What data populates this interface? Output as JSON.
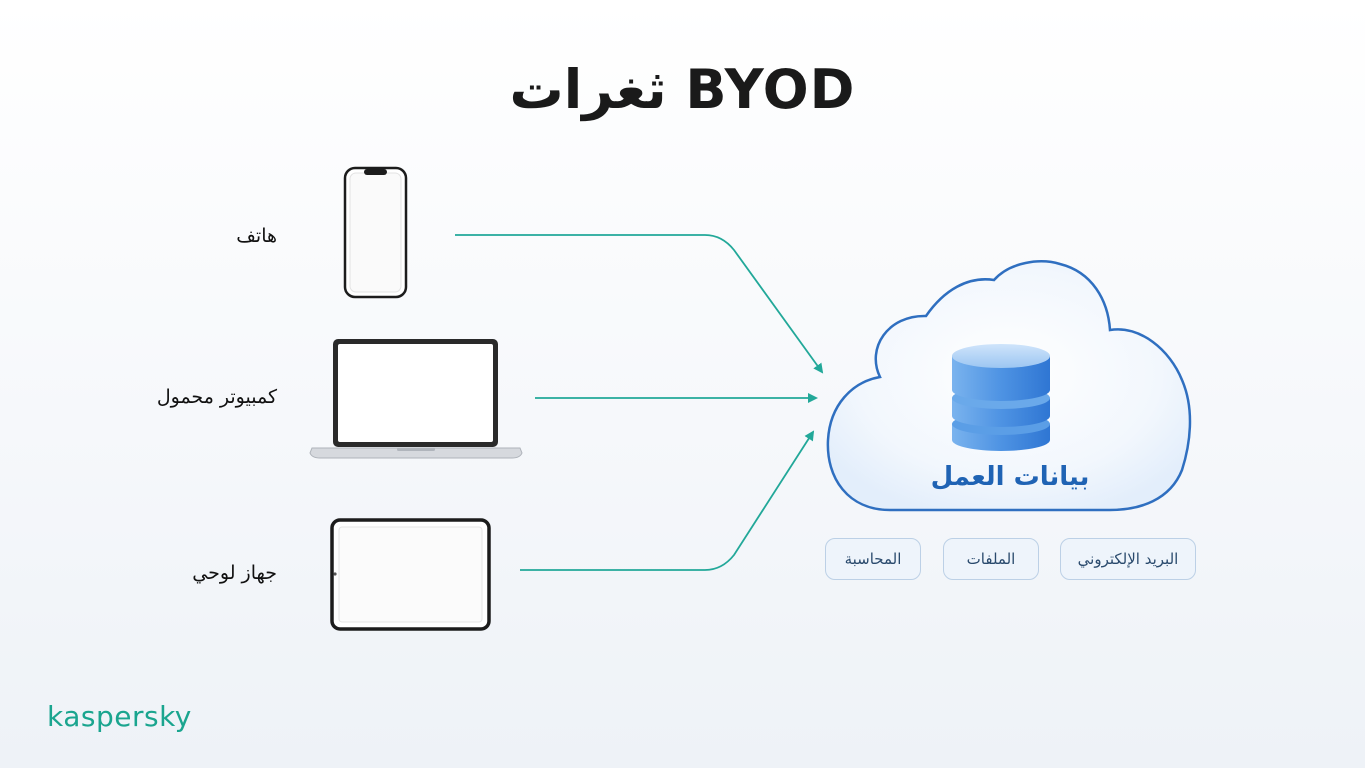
{
  "title": "ثغرات BYOD",
  "devices": [
    {
      "label": "هاتف",
      "icon": "smartphone-icon"
    },
    {
      "label": "كمبيوتر محمول",
      "icon": "laptop-icon"
    },
    {
      "label": "جهاز لوحي",
      "icon": "tablet-icon"
    }
  ],
  "cloud": {
    "label": "بيانات العمل",
    "icon": "database-icon"
  },
  "tags": [
    "البريد الإلكتروني",
    "الملفات",
    "المحاسبة"
  ],
  "brand": "kaspersky",
  "colors": {
    "arrow": "#22a899",
    "cloud_border": "#2f6fc0",
    "cloud_text": "#1f63b4",
    "brand": "#1aa58f"
  }
}
